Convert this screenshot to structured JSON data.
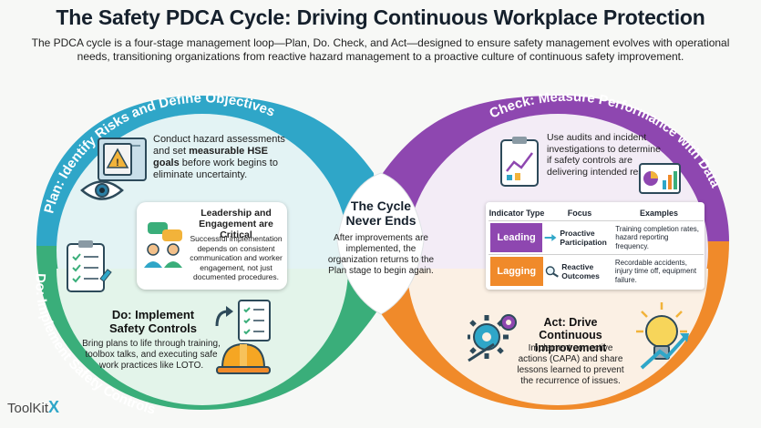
{
  "title": "The Safety PDCA Cycle: Driving Continuous Workplace Protection",
  "subtitle": "The PDCA cycle is a four-stage management loop—Plan, Do. Check, and Act—designed to ensure safety management evolves with operational needs, transitioning organizations from reactive hazard management to a proactive culture of continuous safety improvement.",
  "colors": {
    "plan": "#2fa6c8",
    "do": "#3aae7a",
    "check": "#8e47b0",
    "act": "#f08a2a",
    "center": "#ffffff"
  },
  "plan": {
    "arc_label": "Plan: Identify Risks and Define Objectives",
    "text_pre": "Conduct hazard assessments and set",
    "text_bold": "measurable HSE goals",
    "text_post": "before work begins to eliminate uncertainty."
  },
  "leadership": {
    "title": "Leadership and Engagement are Critical",
    "text": "Successful implementation depends on consistent communication and worker engagement, not just documented procedures."
  },
  "do": {
    "heading": "Do: Implement Safety Controls",
    "text": "Bring plans to life through training, toolbox talks, and executing safe work practices like LOTO.",
    "arc_label": "Do: Implement Safety Controls"
  },
  "center": {
    "title": "The Cycle Never Ends",
    "text": "After improvements are implemented, the organization returns to the Plan stage to begin again."
  },
  "check": {
    "arc_label": "Check: Measure Performance with Data",
    "text": "Use audits and incident investigations to determine if safety controls are delivering intended results."
  },
  "indicator_table": {
    "headers": [
      "Indicator Type",
      "Focus",
      "Examples"
    ],
    "rows": [
      {
        "type": "Leading",
        "focus": "Proactive Participation",
        "examples": "Training completion rates, hazard reporting frequency."
      },
      {
        "type": "Lagging",
        "focus": "Reactive Outcomes",
        "examples": "Recordable accidents, injury time off, equipment failure."
      }
    ]
  },
  "act": {
    "heading": "Act: Drive Continuous Improvement",
    "text": "Implement corrective actions (CAPA) and share lessons learned to prevent the recurrence of issues."
  },
  "logo": {
    "text": "ToolKit",
    "mark": "X"
  },
  "icons": [
    "blueprint-warning-icon",
    "eye-icon",
    "chat-bubbles-icon",
    "team-icon",
    "checklist-clipboard-icon",
    "document-checklist-icon",
    "hard-hat-icon",
    "arrow-up-icon",
    "chart-clipboard-icon",
    "dashboard-icon",
    "arrow-right-icon",
    "magnifier-icon",
    "gears-icon",
    "lightbulb-icon"
  ]
}
